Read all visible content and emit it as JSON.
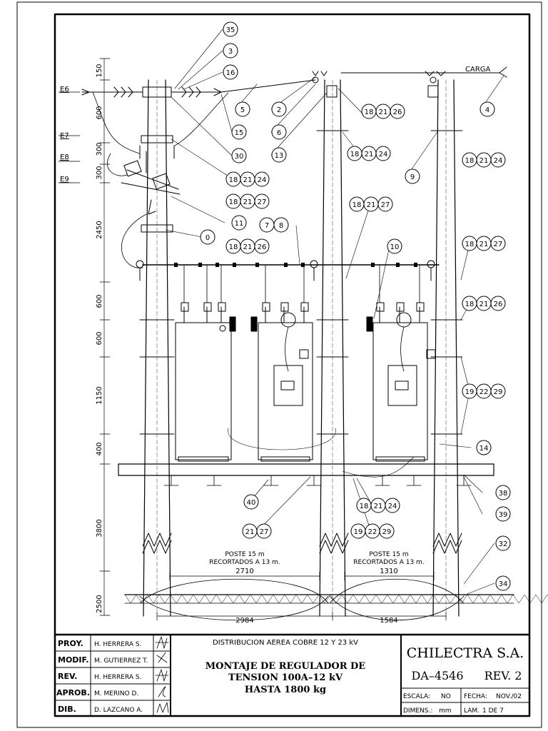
{
  "callouts": [
    "35",
    "3",
    "16",
    "5",
    "2",
    "6",
    "13",
    "15",
    "30",
    "4",
    "9",
    "11",
    "0",
    "10",
    "14",
    "38",
    "39",
    "40",
    "32",
    "34"
  ],
  "callout_groups": {
    "g182126_top": [
      "18",
      "21",
      "26"
    ],
    "g182124_a": [
      "18",
      "21",
      "24"
    ],
    "g182124_b": [
      "18",
      "21",
      "24"
    ],
    "g182124_c": [
      "18",
      "21",
      "24"
    ],
    "g182127_a": [
      "18",
      "21",
      "27"
    ],
    "g182127_b": [
      "18",
      "21",
      "27"
    ],
    "g182127_c": [
      "18",
      "21",
      "27"
    ],
    "g182126_mid": [
      "18",
      "21",
      "26"
    ],
    "g182126_right": [
      "18",
      "21",
      "26"
    ],
    "g192229_right": [
      "19",
      "22",
      "29"
    ],
    "g192229_bottom": [
      "19",
      "22",
      "29"
    ],
    "g2127": [
      "21",
      "27"
    ],
    "g78": [
      "7",
      "8"
    ],
    "g182124_bottom": [
      "18",
      "21",
      "24"
    ]
  },
  "side_labels": [
    "E6",
    "E7",
    "E8",
    "E9"
  ],
  "carga": "CARGA",
  "dims_vertical": [
    "150",
    "600",
    "300",
    "300",
    "2450",
    "600",
    "600",
    "1150",
    "400",
    "3800",
    "2500"
  ],
  "dims_horizontal": {
    "inner_left": "2710",
    "inner_right": "1310",
    "outer_left": "2984",
    "outer_right": "1584"
  },
  "pole_notes": {
    "left_l1": "POSTE 15 m",
    "left_l2": "RECORTADOS A 13 m.",
    "right_l1": "POSTE 15 m",
    "right_l2": "RECORTADOS A 13 m."
  },
  "title_block": {
    "roles": [
      {
        "role": "PROY.",
        "name": "H. HERRERA S."
      },
      {
        "role": "MODIF.",
        "name": "M. GUTIERREZ T."
      },
      {
        "role": "REV.",
        "name": "H. HERRERA S."
      },
      {
        "role": "APROB.",
        "name": "M. MERINO D."
      },
      {
        "role": "DIB.",
        "name": "D. LAZCANO A."
      }
    ],
    "subtitle": "DISTRIBUCION AEREA COBRE 12 Y 23 kV",
    "title_l1": "MONTAJE DE REGULADOR DE",
    "title_l2": "TENSION 100A–12 kV",
    "title_l3": "HASTA 1800 kg",
    "company": "CHILECTRA S.A.",
    "drawing_no": "DA–4546",
    "revision": "REV. 2",
    "escala_label": "ESCALA:",
    "escala_value": "NO",
    "fecha_label": "FECHA:",
    "fecha_value": "NOV./02",
    "dimens_label": "DIMENS.:",
    "dimens_value": "mm",
    "lam_label": "LAM.",
    "lam_value": "1 DE 7"
  }
}
